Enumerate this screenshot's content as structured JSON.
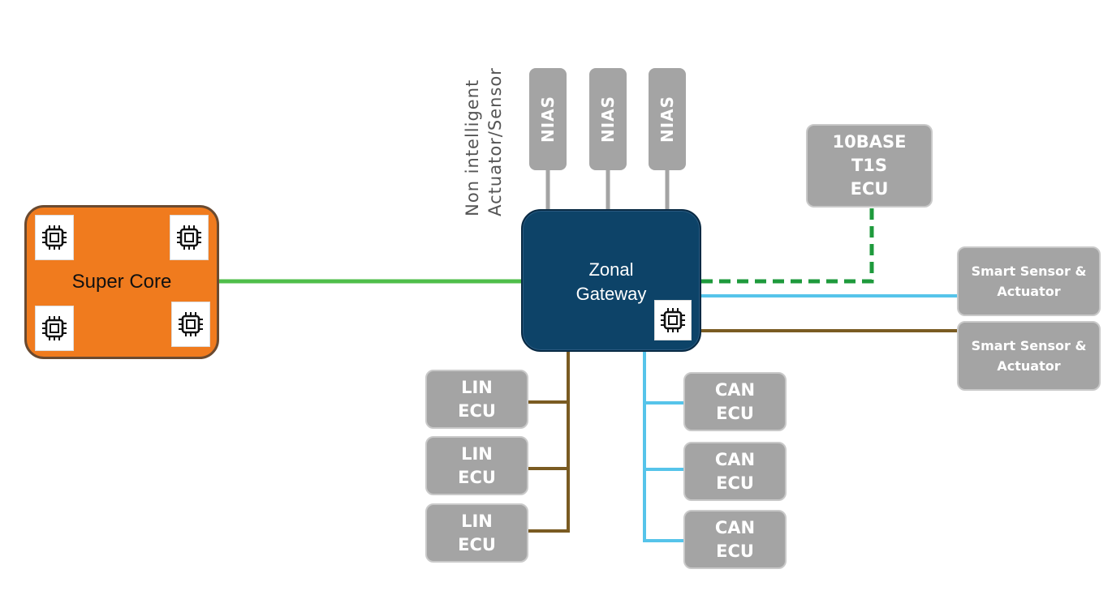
{
  "super_core": {
    "label": "Super Core",
    "chip_icon": "microchip-icon"
  },
  "gateway": {
    "line1": "Zonal",
    "line2": "Gateway",
    "chip_icon": "microchip-icon"
  },
  "nias": {
    "label": "NIAS",
    "caption_line1": "Non intelligent",
    "caption_line2": "Actuator/Sensor"
  },
  "t1s_ecu": {
    "line1": "10BASE",
    "line2": "T1S",
    "line3": "ECU"
  },
  "smart_sensors": [
    {
      "line1": "Smart Sensor &",
      "line2": "Actuator"
    },
    {
      "line1": "Smart Sensor &",
      "line2": "Actuator"
    }
  ],
  "lin_ecus": [
    {
      "line1": "LIN",
      "line2": "ECU"
    },
    {
      "line1": "LIN",
      "line2": "ECU"
    },
    {
      "line1": "LIN",
      "line2": "ECU"
    }
  ],
  "can_ecus": [
    {
      "line1": "CAN",
      "line2": "ECU"
    },
    {
      "line1": "CAN",
      "line2": "ECU"
    },
    {
      "line1": "CAN",
      "line2": "ECU"
    }
  ],
  "colors": {
    "ethernet_link": "#4fbe4a",
    "t1s_link": "#1e9a3c",
    "can_link": "#56c4ea",
    "lin_link": "#7a5b22",
    "nias_link": "#a4a4a4",
    "super_core_fill": "#f07b1e",
    "gateway_fill": "#0d4368",
    "node_fill": "#a4a4a4"
  }
}
